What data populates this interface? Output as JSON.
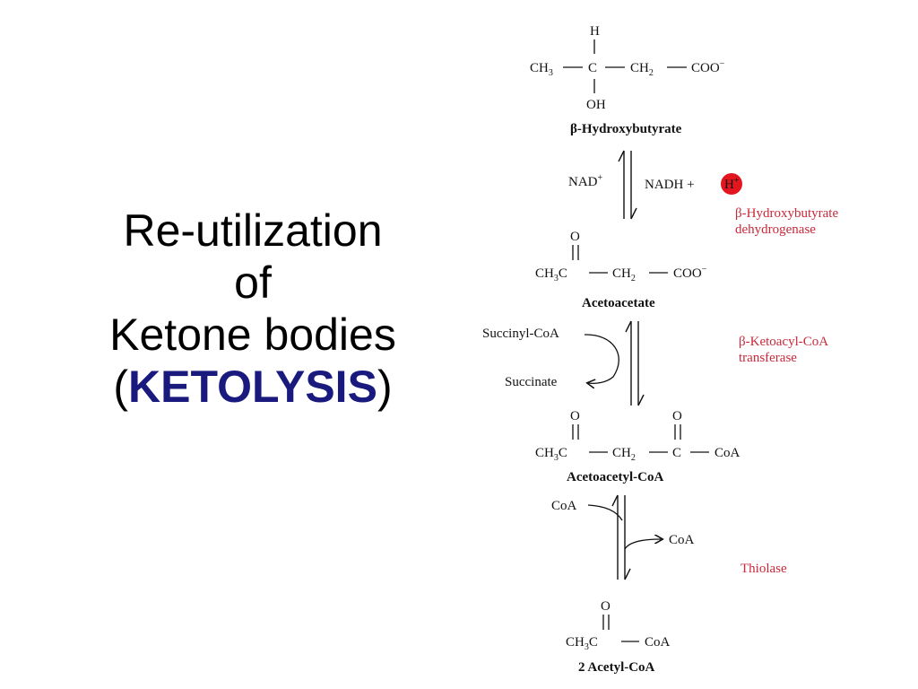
{
  "title": {
    "line1": "Re-utilization",
    "line2": "of",
    "line3": "Ketone bodies",
    "open_paren": "(",
    "keyword": "KETOLYSIS",
    "close_paren": ")",
    "keyword_color": "#1a1a7e"
  },
  "compounds": {
    "hydroxybutyrate": {
      "h_top": "H",
      "ch3": "CH",
      "c": "C",
      "ch2": "CH",
      "coo": "COO",
      "oh": "OH",
      "name": "β-Hydroxybutyrate"
    },
    "acetoacetate": {
      "o": "O",
      "ch3c": "CH",
      "ch2": "CH",
      "coo": "COO",
      "name": "Acetoacetate"
    },
    "acetoacetyl_coa": {
      "o1": "O",
      "o2": "O",
      "ch3c": "CH",
      "ch2": "CH",
      "c": "C",
      "coa": "CoA",
      "name": "Acetoacetyl-CoA"
    },
    "acetyl_coa": {
      "o": "O",
      "ch3c": "CH",
      "coa": "CoA",
      "name": "2 Acetyl-CoA"
    }
  },
  "cofactors": {
    "nad": "NAD",
    "nadh": "NADH + ",
    "h_plus": "H",
    "succinyl_coa": "Succinyl-CoA",
    "succinate": "Succinate",
    "coa_in": "CoA",
    "coa_out": "CoA"
  },
  "enzymes": {
    "dehydrogenase_line1": "β-Hydroxybutyrate",
    "dehydrogenase_line2": "dehydrogenase",
    "transferase_line1": "β-Ketoacyl-CoA",
    "transferase_line2": "transferase",
    "thiolase": "Thiolase",
    "enzyme_color": "#c8283a"
  }
}
